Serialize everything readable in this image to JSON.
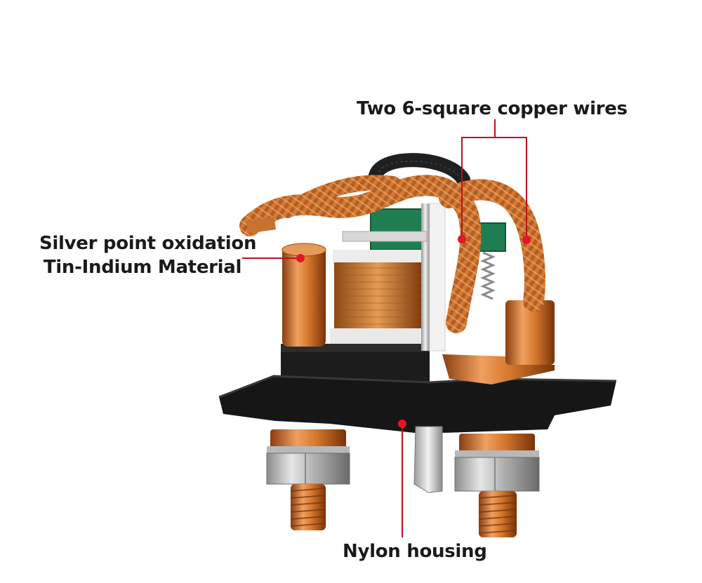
{
  "callouts": {
    "copper_wires": "Two 6-square copper wires",
    "silver_point_line1": "Silver point oxidation",
    "silver_point_line2": "Tin-Indium Material",
    "housing": "Nylon housing"
  },
  "colors": {
    "leader_line": "#c0101c",
    "marker_dot": "#e8132a",
    "copper": "#d0772e",
    "nylon_black": "#1b1b1b",
    "background": "#ffffff"
  },
  "subject": {
    "icon": "relay-photo"
  }
}
